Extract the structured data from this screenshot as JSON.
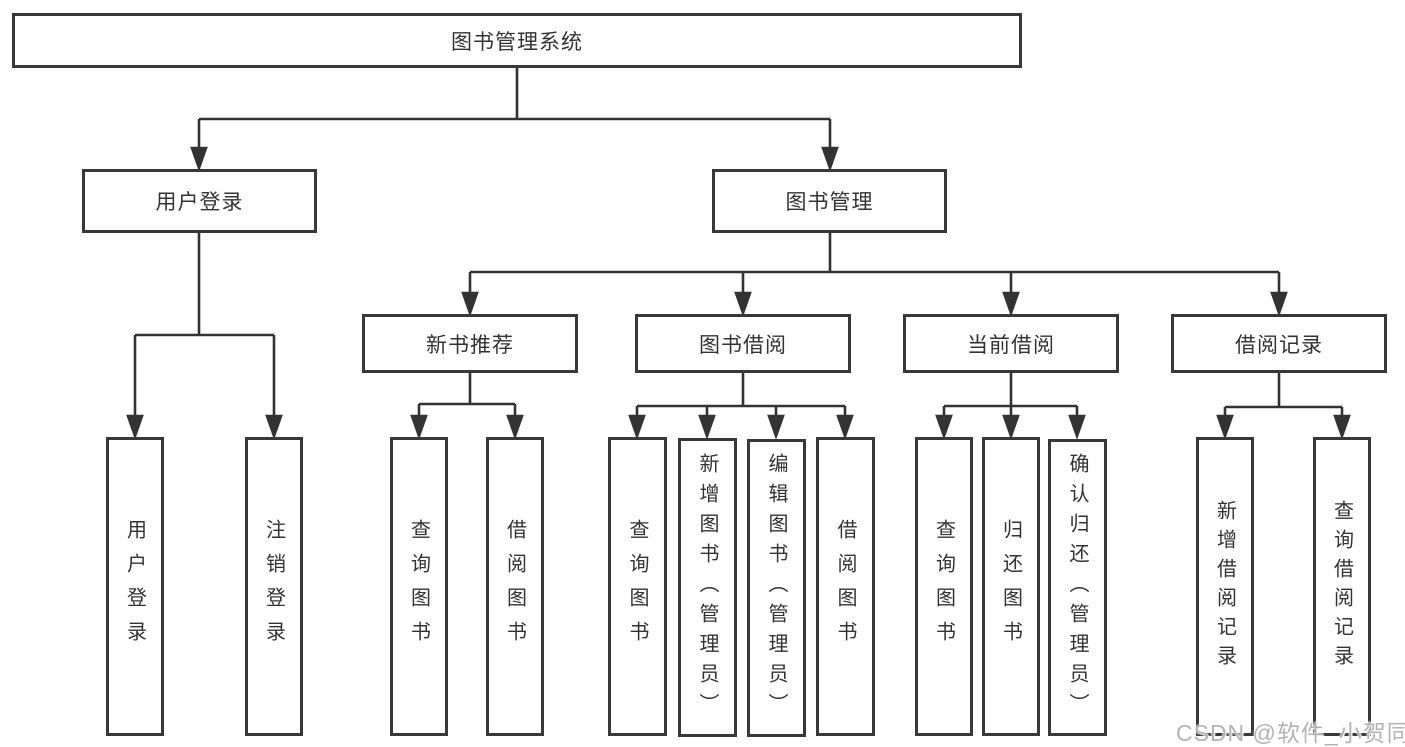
{
  "diagram": {
    "type": "tree",
    "root": {
      "label": "图书管理系统"
    },
    "branches": [
      {
        "label": "用户登录",
        "children": [
          {
            "label": "用户登录"
          },
          {
            "label": "注销登录"
          }
        ]
      },
      {
        "label": "图书管理",
        "children": [
          {
            "label": "新书推荐",
            "children": [
              {
                "label": "查询图书"
              },
              {
                "label": "借阅图书"
              }
            ]
          },
          {
            "label": "图书借阅",
            "children": [
              {
                "label": "查询图书"
              },
              {
                "label": "新增图书（管理员）"
              },
              {
                "label": "编辑图书（管理员）"
              },
              {
                "label": "借阅图书"
              }
            ]
          },
          {
            "label": "当前借阅",
            "children": [
              {
                "label": "查询图书"
              },
              {
                "label": "归还图书"
              },
              {
                "label": "确认归还（管理员）"
              }
            ]
          },
          {
            "label": "借阅记录",
            "children": [
              {
                "label": "新增借阅记录"
              },
              {
                "label": "查询借阅记录"
              }
            ]
          }
        ]
      }
    ],
    "watermark": "CSDN @软件_小贺同学",
    "colors": {
      "background": "#ffffff",
      "box_border": "#383838",
      "text": "#333333",
      "connector": "#333333",
      "watermark": "#b3b3b3"
    }
  }
}
